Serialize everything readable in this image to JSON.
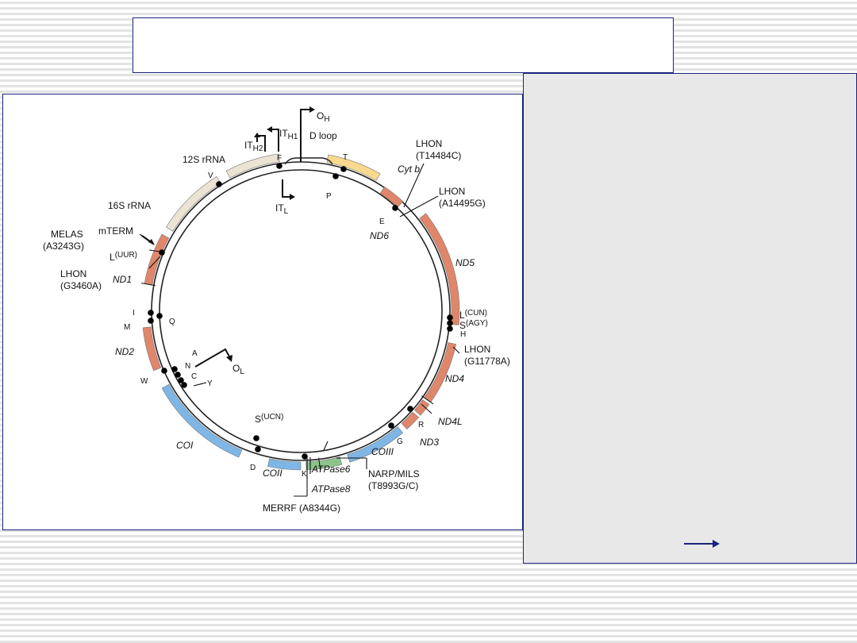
{
  "labels": {
    "oh": "O",
    "oh_sub": "H",
    "ith1": "IT",
    "ith1_sub": "H1",
    "ith2": "IT",
    "ith2_sub": "H2",
    "itl": "IT",
    "itl_sub": "L",
    "dloop": "D loop",
    "r12s": "12S rRNA",
    "r16s": "16S rRNA",
    "f": "F",
    "t": "T",
    "v": "V",
    "p": "P",
    "e": "E",
    "cytb": "Cyt b",
    "lhon1_a": "LHON",
    "lhon1_b": "(T14484C)",
    "lhon2_a": "LHON",
    "lhon2_b": "(A14495G)",
    "nd6": "ND6",
    "melas_a": "MELAS",
    "melas_b": "(A3243G)",
    "mterm": "mTERM",
    "luur": "L",
    "luur_sub": "(UUR)",
    "lhon3_a": "LHON",
    "lhon3_b": "(G3460A)",
    "nd1": "ND1",
    "nd5": "ND5",
    "i": "I",
    "q": "Q",
    "m": "M",
    "lcun": "L",
    "lcun_sub": "(CUN)",
    "sagy": "S",
    "sagy_sub": "(AGY)",
    "h": "H",
    "nd2": "ND2",
    "lhon4_a": "LHON",
    "lhon4_b": "(G11778A)",
    "a": "A",
    "n": "N",
    "c": "C",
    "y": "Y",
    "w": "W",
    "ol": "O",
    "ol_sub": "L",
    "nd4": "ND4",
    "nd4l": "ND4L",
    "sucn": "S",
    "sucn_sub": "(UCN)",
    "r": "R",
    "g": "G",
    "nd3": "ND3",
    "coi": "COI",
    "coiii": "COIII",
    "d": "D",
    "k": "K",
    "coii": "COII",
    "atp6": "ATPase6",
    "atp8": "ATPase8",
    "narp_a": "NARP/MILS",
    "narp_b": "(T8993G/C)",
    "merrf": "MERRF (A8344G)"
  },
  "colors": {
    "rrna": "#ebe3d3",
    "cytb": "#f8d98e",
    "complex1": "#e0866a",
    "cox": "#7eb6e6",
    "atpase": "#8cc48c",
    "frame": "#1a237e"
  },
  "icons": [
    "arrow-right-icon"
  ]
}
